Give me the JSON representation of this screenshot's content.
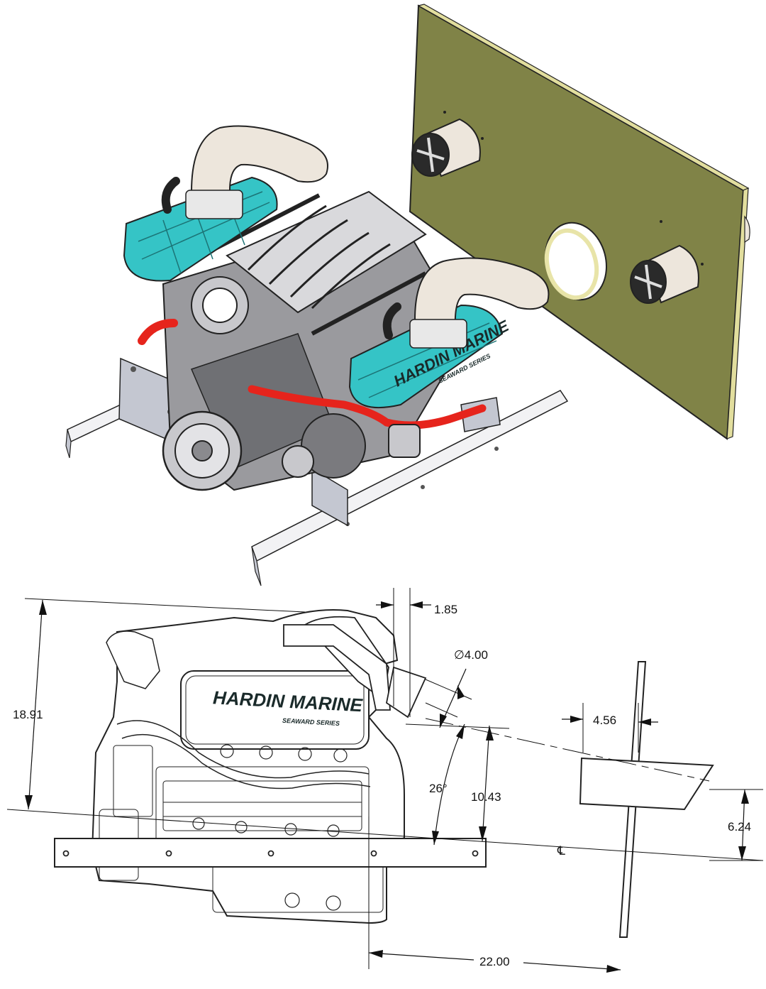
{
  "render": {
    "brand_name": "HARDIN MARINE",
    "brand_series": "SEAWARD SERIES"
  },
  "drawing": {
    "brand_name": "HARDIN MARINE",
    "brand_series": "SEAWARD SERIES",
    "centerline_symbol": "℄",
    "dimensions": {
      "overall_height": "18.91",
      "transom_thickness": "1.85",
      "exhaust_diameter": "∅4.00",
      "tip_length": "4.56",
      "exhaust_angle": "26°",
      "exit_height": "10.43",
      "tip_offset": "6.24",
      "setback": "22.00"
    }
  },
  "colors": {
    "panel": "#808347",
    "panel_edge": "#e2de9e",
    "valve_cover": "#35c4c6",
    "hose": "#e6241c",
    "exhaust": "#ede6dc",
    "bracket": "#c4c7d1"
  }
}
